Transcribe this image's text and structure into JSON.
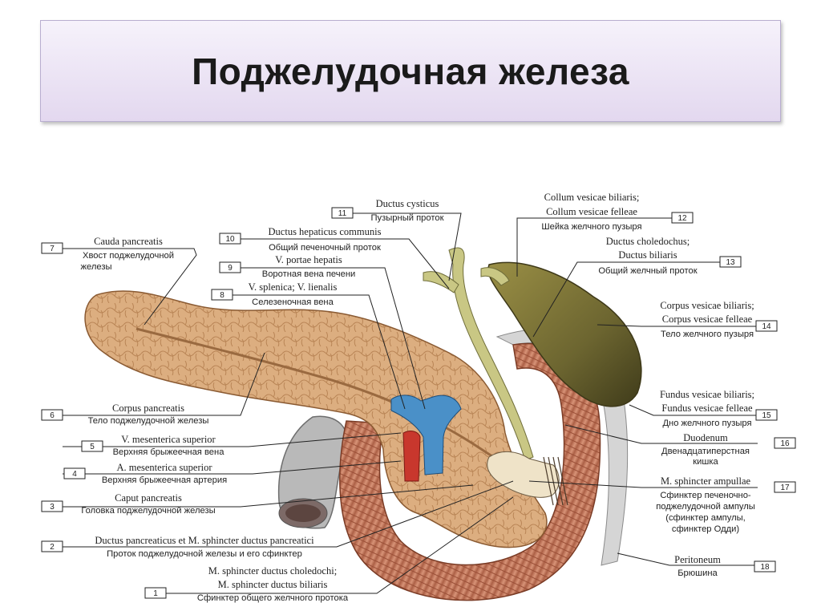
{
  "title": "Поджелудочная железа",
  "labels": [
    {
      "num": "7",
      "latin": "Cauda pancreatis",
      "ru": [
        "Хвост поджелудочной",
        "железы"
      ]
    },
    {
      "num": "6",
      "latin": "Corpus pancreatis",
      "ru": [
        "Тело поджелудочной железы"
      ]
    },
    {
      "num": "5",
      "latin": "V. mesenterica superior",
      "ru": [
        "Верхняя брыжеечная вена"
      ]
    },
    {
      "num": "4",
      "latin": "A. mesenterica superior",
      "ru": [
        "Верхняя брыжеечная артерия"
      ]
    },
    {
      "num": "3",
      "latin": "Caput pancreatis",
      "ru": [
        "Головка поджелудочной железы"
      ]
    },
    {
      "num": "2",
      "latin": "Ductus pancreaticus et M. sphincter ductus pancreatici",
      "ru": [
        "Проток поджелудочной железы и его сфинктер"
      ]
    },
    {
      "num": "1",
      "latin": "M. sphincter ductus choledochi;",
      "latin2": "M. sphincter ductus biliaris",
      "ru": [
        "Сфинктер общего желчного протока"
      ]
    },
    {
      "num": "11",
      "latin": "Ductus cysticus",
      "ru": [
        "Пузырный проток"
      ]
    },
    {
      "num": "10",
      "latin": "Ductus hepaticus communis",
      "ru": [
        "Общий печеночный проток"
      ]
    },
    {
      "num": "9",
      "latin": "V. portae hepatis",
      "ru": [
        "Воротная вена печени"
      ]
    },
    {
      "num": "8",
      "latin": "V. splenica; V. lienalis",
      "ru": [
        "Селезеночная вена"
      ]
    },
    {
      "num": "12",
      "latin": "Collum vesicae biliaris;",
      "latin2": "Collum vesicae felleae",
      "ru": [
        "Шейка желчного пузыря"
      ]
    },
    {
      "num": "13",
      "latin": "Ductus choledochus;",
      "latin2": "Ductus biliaris",
      "ru": [
        "Общий желчный проток"
      ]
    },
    {
      "num": "14",
      "latin": "Corpus vesicae biliaris;",
      "latin2": "Corpus vesicae felleae",
      "ru": [
        "Тело желчного пузыря"
      ]
    },
    {
      "num": "15",
      "latin": "Fundus vesicae biliaris;",
      "latin2": "Fundus vesicae felleae",
      "ru": [
        "Дно желчного пузыря"
      ]
    },
    {
      "num": "16",
      "latin": "Duodenum",
      "ru": [
        "Двенадцатиперстная",
        "кишка"
      ]
    },
    {
      "num": "17",
      "latin": "M. sphincter ampullae",
      "ru": [
        "Сфинктер печеночно-",
        "поджелудочной ампулы",
        "(сфинктер ампулы,",
        "сфинктер Одди)"
      ]
    },
    {
      "num": "18",
      "latin": "Peritoneum",
      "ru": [
        "Брюшина"
      ]
    }
  ],
  "colors": {
    "pancreas": "#d9a877",
    "duodenum": "#c0785a",
    "gallbladder": "#7a7036",
    "vein": "#4a90c8",
    "artery": "#c8372d",
    "title_bg": "#e6dcf0"
  }
}
